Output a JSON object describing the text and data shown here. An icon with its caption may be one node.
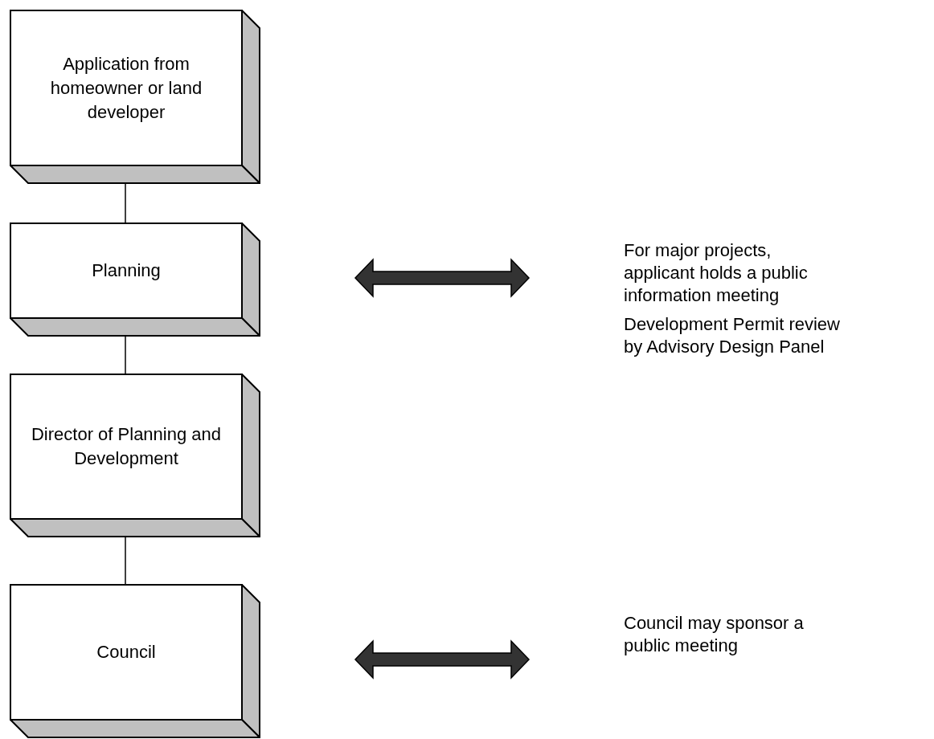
{
  "diagram": {
    "nodes": [
      {
        "text": [
          "Application from homeowner or land developer"
        ]
      },
      {
        "text": [
          "Planning"
        ]
      },
      {
        "text": [
          "Director of Planning and Development"
        ]
      },
      {
        "text": [
          "Council"
        ]
      },
      {
        "text": [
          "For major projects, applicant holds a public information meeting",
          "Development Permit review by Advisory Design Panel"
        ]
      },
      {
        "text": [
          "Council may sponsor a public meeting"
        ]
      }
    ],
    "edges": [
      {
        "from": 0,
        "to": 1,
        "arrow": "none"
      },
      {
        "from": 1,
        "to": 2,
        "arrow": "none"
      },
      {
        "from": 2,
        "to": 3,
        "arrow": "none"
      },
      {
        "from": 1,
        "to": 4,
        "arrow": "both",
        "style": "thick"
      },
      {
        "from": 3,
        "to": 5,
        "arrow": "both",
        "style": "thick"
      }
    ]
  }
}
